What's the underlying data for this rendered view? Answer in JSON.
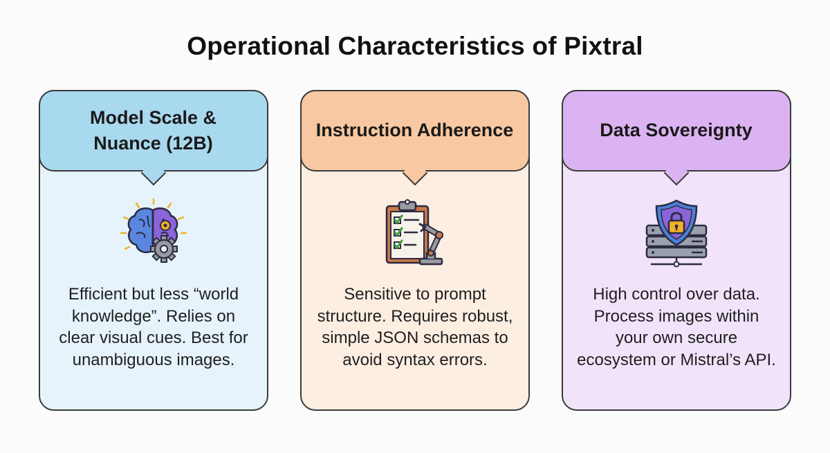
{
  "title": "Operational Characteristics of Pixtral",
  "cards": [
    {
      "header": "Model Scale & Nuance (12B)",
      "body": "Efficient but less “world knowledge”. Relies on clear visual cues. Best for unambiguous images.",
      "icon": "brain-gear-icon",
      "header_color": "#a9d9ef",
      "body_color": "#e6f3fb"
    },
    {
      "header": "Instruction Adherence",
      "body": "Sensitive to prompt structure. Requires robust, simple JSON schemas to avoid syntax errors.",
      "icon": "clipboard-robot-arm-icon",
      "header_color": "#f7c8a1",
      "body_color": "#fdeee2"
    },
    {
      "header": "Data Sovereignty",
      "body": "High control over data. Process images within your own secure ecosystem or Mistral’s API.",
      "icon": "shield-lock-server-icon",
      "header_color": "#dcb3f2",
      "body_color": "#f1e3fa"
    }
  ]
}
